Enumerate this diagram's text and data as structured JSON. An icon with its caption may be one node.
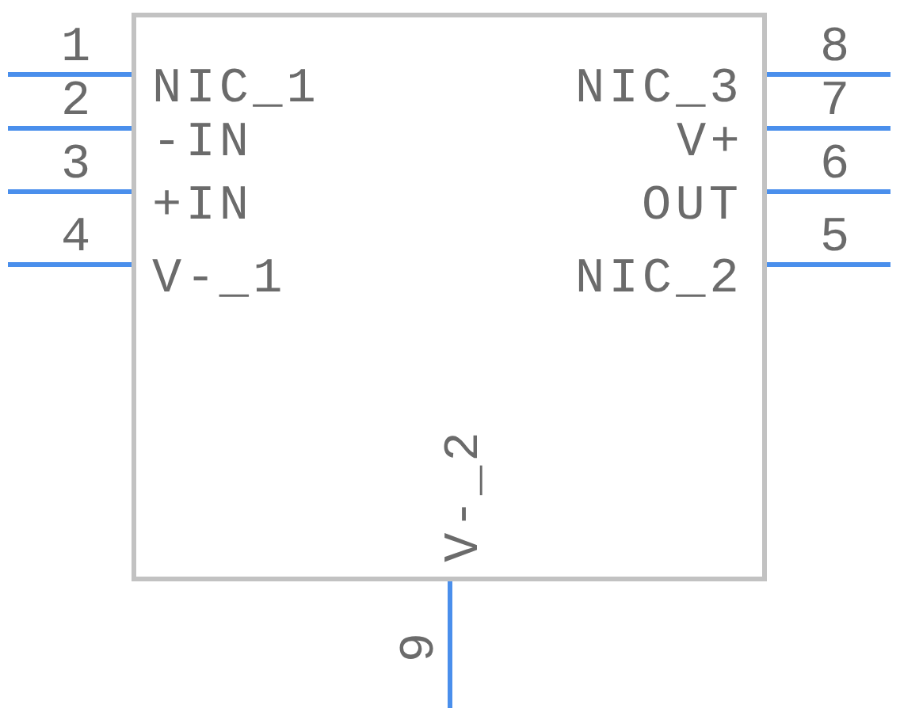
{
  "diagram": {
    "nodes": [
      {
        "text": [],
        "shape": "box"
      },
      {
        "text": [
          "NIC_1"
        ],
        "in": 0
      },
      {
        "text": [
          "NIC_3"
        ],
        "in": 0
      },
      {
        "text": [
          "-IN"
        ],
        "in": 0
      },
      {
        "text": [
          "V+"
        ],
        "in": 0
      },
      {
        "text": [
          "+IN"
        ],
        "in": 0
      },
      {
        "text": [
          "OUT"
        ],
        "in": 0
      },
      {
        "text": [
          "V-_1"
        ],
        "in": 0
      },
      {
        "text": [
          "NIC_2"
        ],
        "in": 0
      },
      {
        "text": [
          "V-_2"
        ],
        "in": 0
      }
    ],
    "edges": [
      {
        "from": null,
        "to": 1,
        "arrow": "none",
        "label": "1"
      },
      {
        "from": null,
        "to": 3,
        "arrow": "none",
        "label": "2"
      },
      {
        "from": null,
        "to": 5,
        "arrow": "none",
        "label": "3"
      },
      {
        "from": null,
        "to": 7,
        "arrow": "none",
        "label": "4"
      },
      {
        "from": null,
        "to": 2,
        "arrow": "none",
        "label": "8"
      },
      {
        "from": null,
        "to": 4,
        "arrow": "none",
        "label": "7"
      },
      {
        "from": null,
        "to": 6,
        "arrow": "none",
        "label": "6"
      },
      {
        "from": null,
        "to": 8,
        "arrow": "none",
        "label": "5"
      },
      {
        "from": null,
        "to": 9,
        "arrow": "none",
        "label": "9"
      }
    ]
  }
}
